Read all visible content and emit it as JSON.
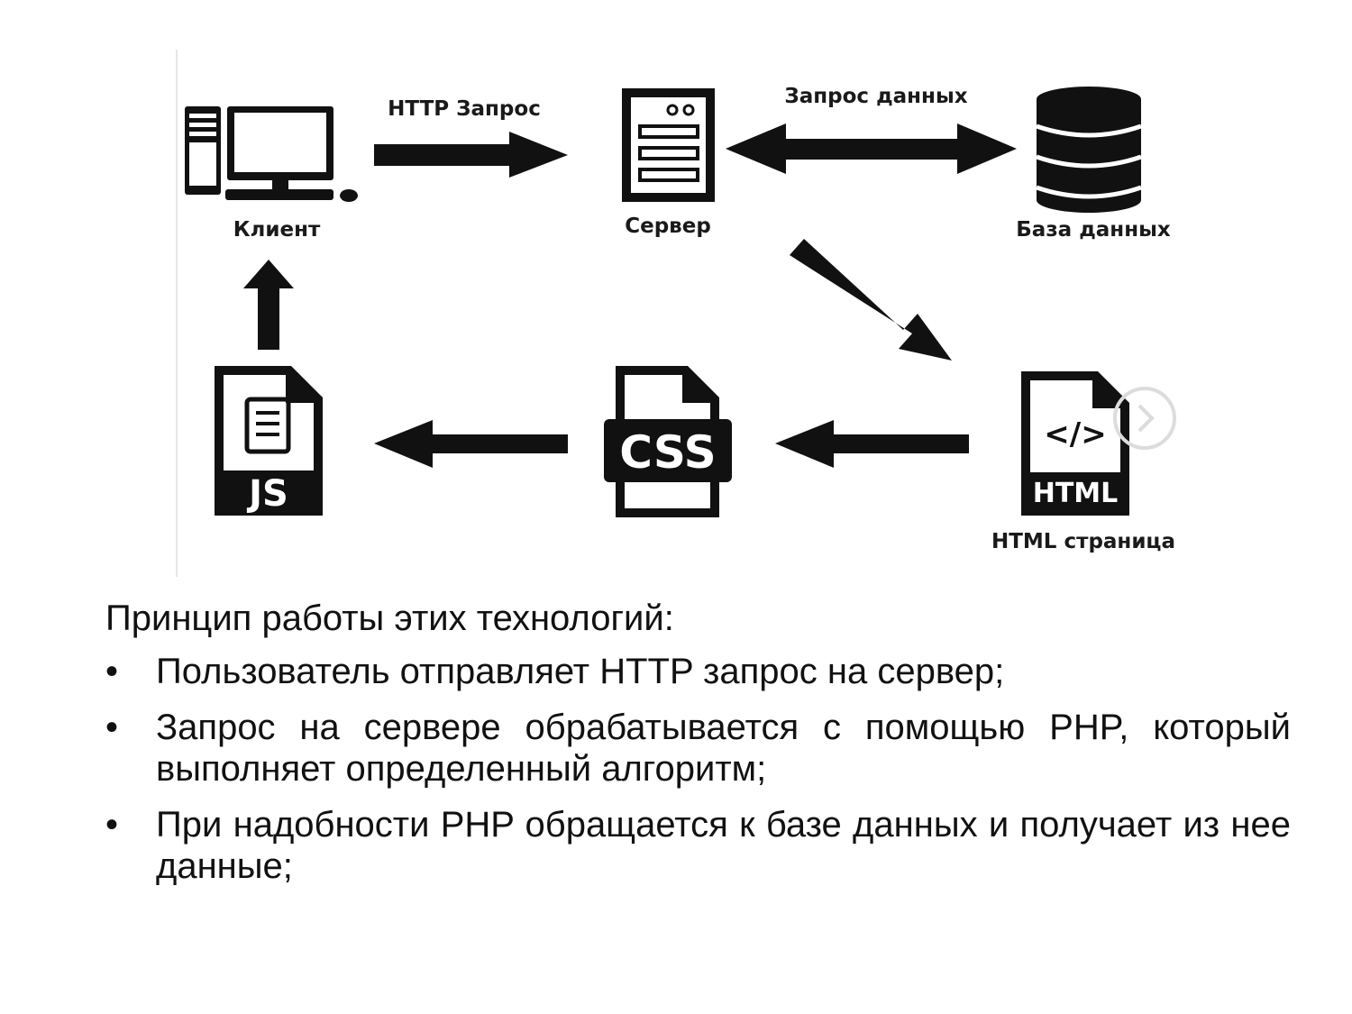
{
  "diagram": {
    "labels": {
      "http_request": "HTTP Запрос",
      "data_request": "Запрос данных",
      "client": "Клиент",
      "server": "Сервер",
      "database": "База данных",
      "html_page": "HTML страница"
    },
    "icon_text": {
      "js": "JS",
      "css": "CSS",
      "html": "HTML",
      "html_tag": "</>"
    },
    "icons": [
      "computer-icon",
      "server-icon",
      "database-icon",
      "html-file-icon",
      "css-file-icon",
      "js-file-icon",
      "next-chevron-icon"
    ]
  },
  "text": {
    "intro": "Принцип работы этих технологий:",
    "bullet_char": "•",
    "bullets": [
      "Пользователь отправляет HTTP запрос на сервер;",
      "Запрос на сервере обрабатывается с помощью PHP, который выполняет определенный алгоритм;",
      "При надобности PHP обращается к базе данных и получает из нее данные;"
    ]
  }
}
